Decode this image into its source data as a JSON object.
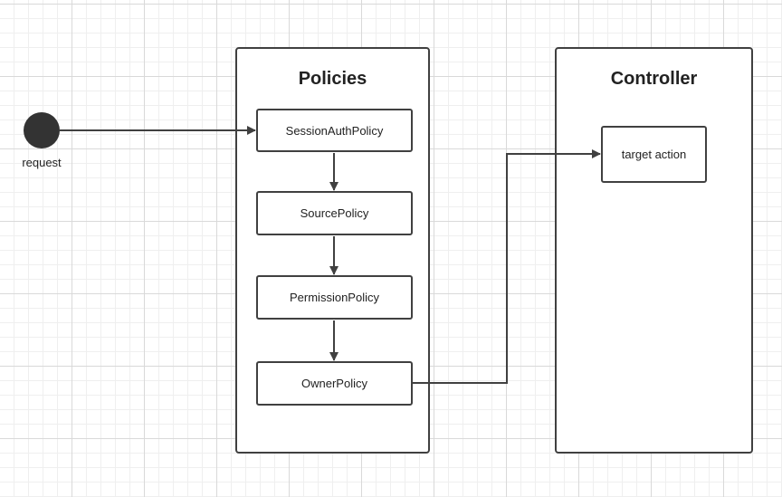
{
  "start": {
    "label": "request"
  },
  "containers": {
    "policies": {
      "title": "Policies"
    },
    "controller": {
      "title": "Controller"
    }
  },
  "nodes": {
    "session_auth_policy": "SessionAuthPolicy",
    "source_policy": "SourcePolicy",
    "permission_policy": "PermissionPolicy",
    "owner_policy": "OwnerPolicy",
    "target_action": "target action"
  },
  "colors": {
    "stroke": "#404040",
    "start_fill": "#333333",
    "grid": "#d9d9d9"
  }
}
